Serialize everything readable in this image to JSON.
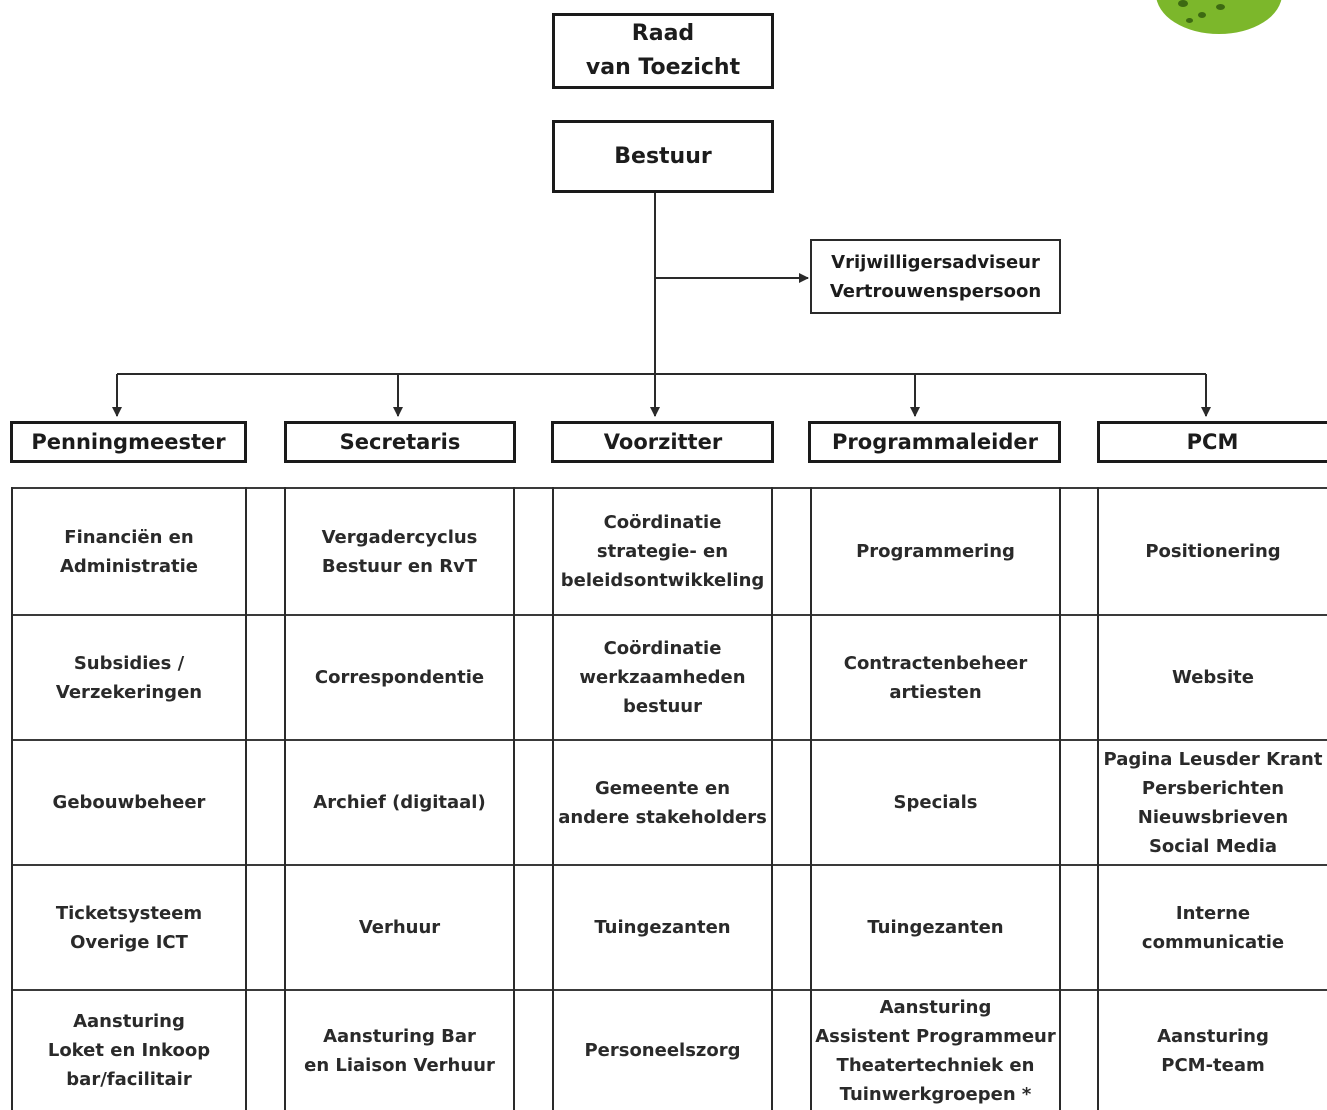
{
  "colors": {
    "line": "#2a2a2a",
    "logo_green": "#7cb72b"
  },
  "top": {
    "raad": [
      "Raad",
      "van Toezicht"
    ],
    "bestuur": [
      "Bestuur"
    ],
    "side": [
      "Vrijwilligersadviseur",
      "Vertrouwenspersoon"
    ]
  },
  "logo": {
    "icon": "organization-logo"
  },
  "roles": [
    "Penningmeester",
    "Secretaris",
    "Voorzitter",
    "Programmaleider",
    "PCM"
  ],
  "tasks": [
    [
      [
        "Financiën en",
        "Administratie"
      ],
      [
        "Subsidies /",
        "Verzekeringen"
      ],
      [
        "Gebouwbeheer"
      ],
      [
        "Ticketsysteem",
        "Overige ICT"
      ],
      [
        "Aansturing",
        "Loket en Inkoop",
        "bar/facilitair"
      ]
    ],
    [
      [
        "Vergadercyclus",
        "Bestuur en RvT"
      ],
      [
        "Correspondentie"
      ],
      [
        "Archief (digitaal)"
      ],
      [
        "Verhuur"
      ],
      [
        "Aansturing Bar",
        "en Liaison Verhuur"
      ]
    ],
    [
      [
        "Coördinatie",
        "strategie- en",
        "beleidsontwikkeling"
      ],
      [
        "Coördinatie",
        "werkzaamheden",
        "bestuur"
      ],
      [
        "Gemeente en",
        "andere stakeholders"
      ],
      [
        "Tuingezanten"
      ],
      [
        "Personeelszorg"
      ]
    ],
    [
      [
        "Programmering"
      ],
      [
        "Contractenbeheer",
        "artiesten"
      ],
      [
        "Specials"
      ],
      [
        "Tuingezanten"
      ],
      [
        "Aansturing",
        "Assistent Programmeur",
        "Theatertechniek en",
        "Tuinwerkgroepen *"
      ]
    ],
    [
      [
        "Positionering"
      ],
      [
        "Website"
      ],
      [
        "Pagina Leusder Krant",
        "Persberichten",
        "Nieuwsbrieven",
        "Social Media"
      ],
      [
        "Interne",
        "communicatie"
      ],
      [
        "Aansturing",
        "PCM-team"
      ]
    ]
  ]
}
